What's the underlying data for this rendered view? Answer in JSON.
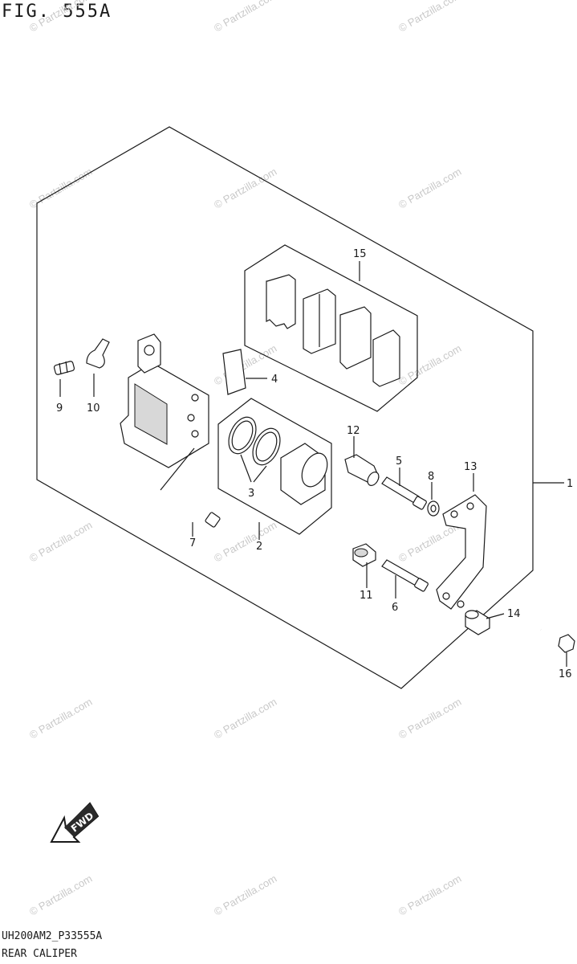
{
  "figure": {
    "title": "FIG. 555A",
    "title_small": "FIG.555A",
    "code": "UH200AM2_P33555A",
    "name": "REAR CALIPER"
  },
  "watermark": "© Partzilla.com",
  "callouts": [
    {
      "id": "c1",
      "label": "1"
    },
    {
      "id": "c2",
      "label": "2"
    },
    {
      "id": "c3",
      "label": "3"
    },
    {
      "id": "c4",
      "label": "4"
    },
    {
      "id": "c5",
      "label": "5"
    },
    {
      "id": "c6",
      "label": "6"
    },
    {
      "id": "c7",
      "label": "7"
    },
    {
      "id": "c8",
      "label": "8"
    },
    {
      "id": "c9",
      "label": "9"
    },
    {
      "id": "c10",
      "label": "10"
    },
    {
      "id": "c11",
      "label": "11"
    },
    {
      "id": "c12",
      "label": "12"
    },
    {
      "id": "c13",
      "label": "13"
    },
    {
      "id": "c14",
      "label": "14"
    },
    {
      "id": "c15",
      "label": "15"
    },
    {
      "id": "c16",
      "label": "16"
    }
  ],
  "fwd_label": "FWD"
}
